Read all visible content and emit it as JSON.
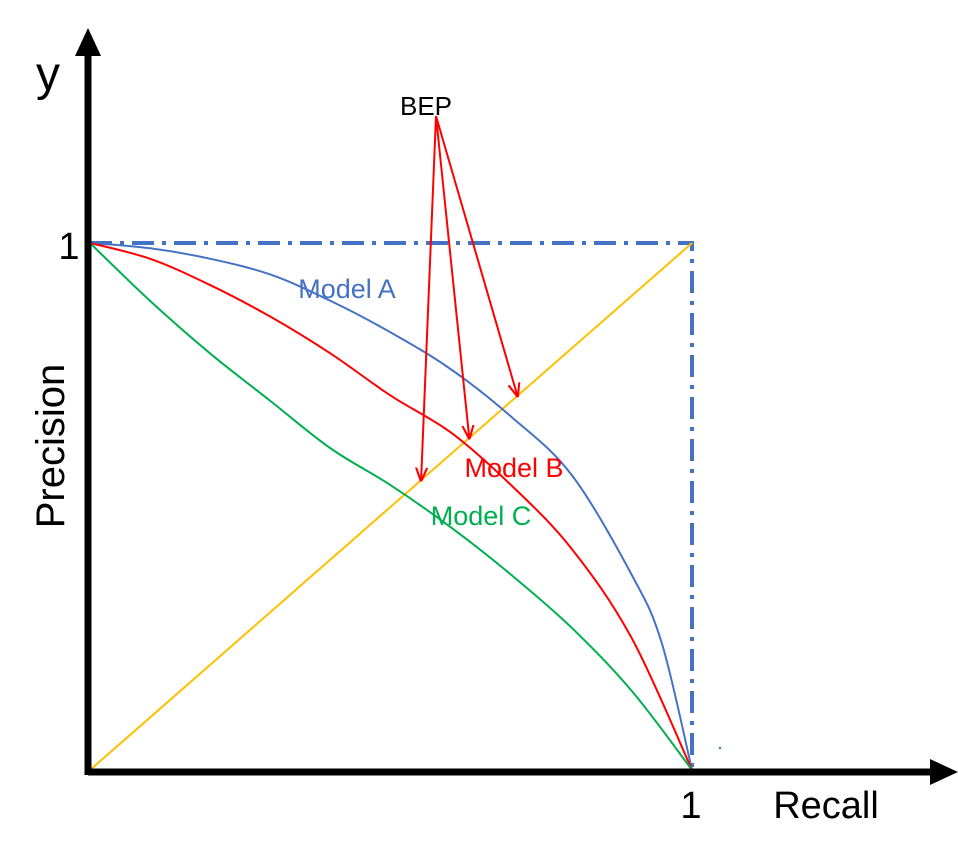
{
  "chart_data": {
    "type": "line",
    "title": "",
    "xlabel": "Recall",
    "ylabel": "Precision",
    "y_axis_letter": "y",
    "xlim": [
      0,
      1
    ],
    "ylim": [
      0,
      1
    ],
    "x_tick_label": "1",
    "y_tick_label": "1",
    "bep_label": "BEP",
    "grid": false,
    "reference_lines": [
      {
        "kind": "unit-box",
        "style": "dash-dot",
        "color": "#4472C4"
      },
      {
        "kind": "diagonal",
        "x": [
          0,
          1
        ],
        "y": [
          0,
          1
        ],
        "color": "#FFC000"
      }
    ],
    "series": [
      {
        "name": "Model A",
        "color": "#4472C4",
        "bep": 0.71,
        "x": [
          0,
          0.1,
          0.2,
          0.3,
          0.4,
          0.5,
          0.6,
          0.7,
          0.8,
          0.9,
          0.95,
          1.0
        ],
        "y": [
          1.0,
          0.99,
          0.97,
          0.94,
          0.89,
          0.83,
          0.76,
          0.67,
          0.56,
          0.37,
          0.24,
          0.0
        ]
      },
      {
        "name": "Model B",
        "color": "#FF0000",
        "bep": 0.63,
        "x": [
          0,
          0.1,
          0.2,
          0.3,
          0.4,
          0.5,
          0.6,
          0.7,
          0.8,
          0.9,
          1.0
        ],
        "y": [
          1.0,
          0.97,
          0.92,
          0.86,
          0.79,
          0.71,
          0.64,
          0.54,
          0.42,
          0.25,
          0.0
        ]
      },
      {
        "name": "Model C",
        "color": "#00B050",
        "bep": 0.55,
        "x": [
          0,
          0.1,
          0.2,
          0.3,
          0.4,
          0.5,
          0.6,
          0.7,
          0.8,
          0.9,
          1.0
        ],
        "y": [
          1.0,
          0.89,
          0.79,
          0.7,
          0.61,
          0.54,
          0.46,
          0.37,
          0.27,
          0.15,
          0.0
        ]
      }
    ]
  }
}
